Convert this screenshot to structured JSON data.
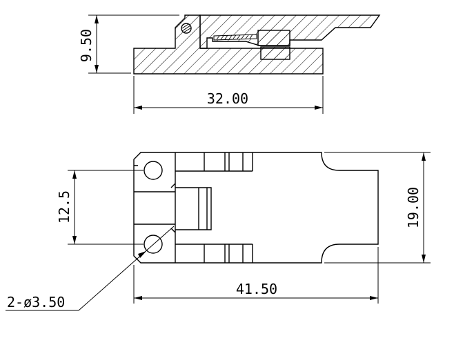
{
  "dimensions": {
    "side_height": "9.50",
    "side_length": "32.00",
    "hole_spacing": "12.5",
    "width": "19.00",
    "overall_length": "41.50",
    "hole_callout": "2-ø3.50"
  }
}
